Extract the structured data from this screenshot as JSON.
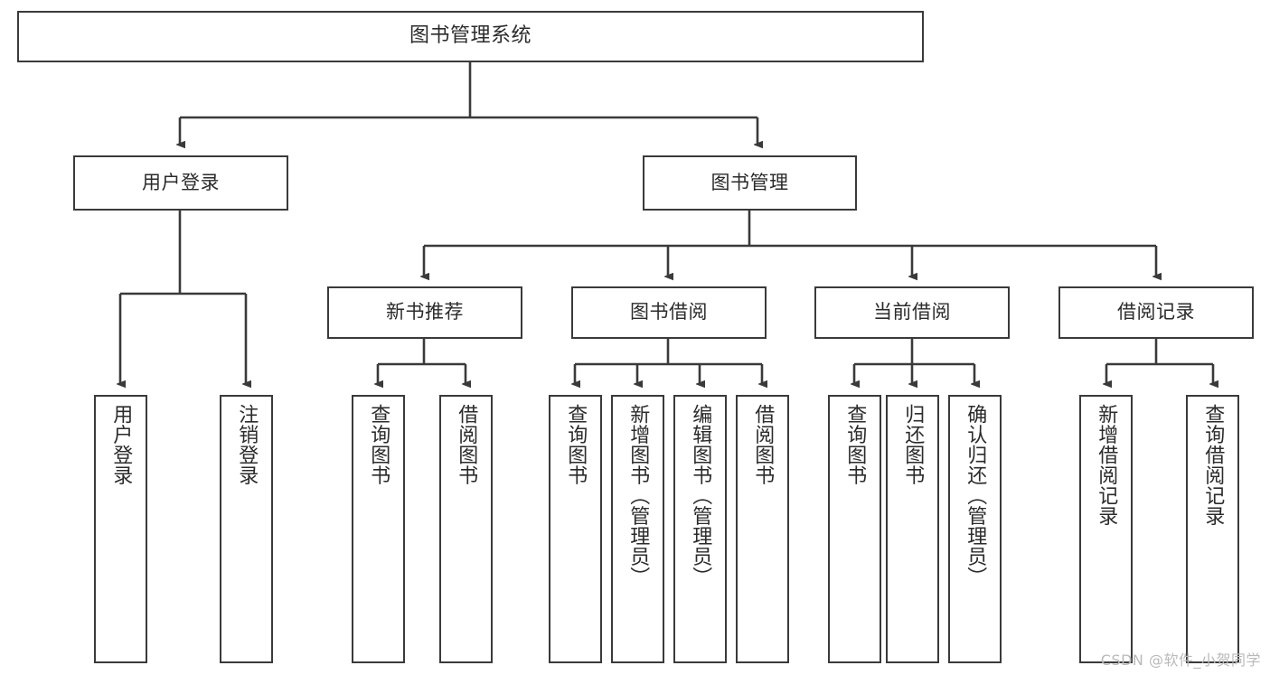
{
  "diagram": {
    "type": "tree-hierarchy-flowchart",
    "title": "图书管理系统",
    "root": {
      "id": "root",
      "label": "图书管理系统"
    },
    "level1": [
      {
        "id": "user-login",
        "label": "用户登录"
      },
      {
        "id": "book-management",
        "label": "图书管理"
      }
    ],
    "level2": [
      {
        "id": "new-book-recommend",
        "label": "新书推荐",
        "parent": "book-management"
      },
      {
        "id": "book-borrow",
        "label": "图书借阅",
        "parent": "book-management"
      },
      {
        "id": "current-borrow",
        "label": "当前借阅",
        "parent": "book-management"
      },
      {
        "id": "borrow-record",
        "label": "借阅记录",
        "parent": "book-management"
      }
    ],
    "leaves": {
      "user_login": [
        {
          "id": "leaf-user-login",
          "label": "用户登录"
        },
        {
          "id": "leaf-logout-login",
          "label": "注销登录"
        }
      ],
      "new_book_recommend": [
        {
          "id": "leaf-query-book-1",
          "label": "查询图书"
        },
        {
          "id": "leaf-borrow-book-1",
          "label": "借阅图书"
        }
      ],
      "book_borrow": [
        {
          "id": "leaf-query-book-2",
          "label": "查询图书"
        },
        {
          "id": "leaf-add-book",
          "label": "新增图书（管理员）"
        },
        {
          "id": "leaf-edit-book",
          "label": "编辑图书（管理员）"
        },
        {
          "id": "leaf-borrow-book-2",
          "label": "借阅图书"
        }
      ],
      "current_borrow": [
        {
          "id": "leaf-query-book-3",
          "label": "查询图书"
        },
        {
          "id": "leaf-return-book",
          "label": "归还图书"
        },
        {
          "id": "leaf-confirm-return",
          "label": "确认归还（管理员）"
        }
      ],
      "borrow_record": [
        {
          "id": "leaf-add-record",
          "label": "新增借阅记录"
        },
        {
          "id": "leaf-query-record",
          "label": "查询借阅记录"
        }
      ]
    }
  },
  "watermark": {
    "text": "CSDN @软件_小贺同学"
  },
  "colors": {
    "box_border": "#3a3a3a",
    "box_fill": "#ffffff",
    "text": "#2b2b2b",
    "edge": "#3a3a3a",
    "watermark": "#b9b9b9",
    "background": "#ffffff"
  }
}
